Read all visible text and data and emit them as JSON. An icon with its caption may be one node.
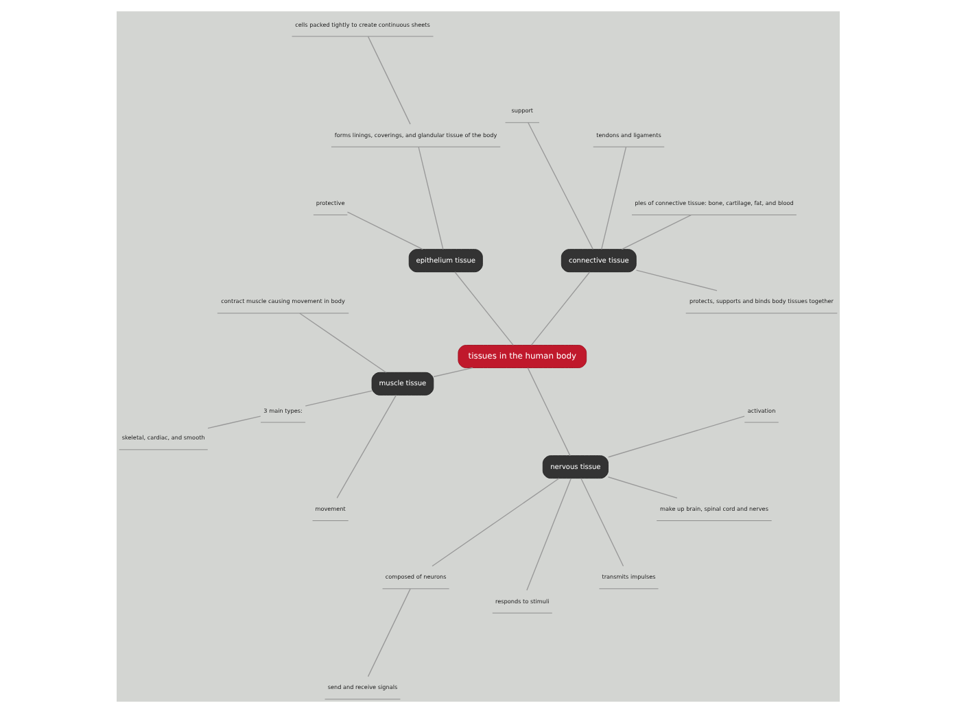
{
  "diagram": {
    "nodes": [
      {
        "text": [
          "tissues in the human body"
        ]
      },
      {
        "text": [
          "connective tissue"
        ]
      },
      {
        "text": [
          "protects, supports and binds body tissues together"
        ]
      },
      {
        "text": [
          "ples of connective tissue: bone, cartilage, fat, and blood"
        ]
      },
      {
        "text": [
          "tendons and ligaments"
        ]
      },
      {
        "text": [
          "support"
        ]
      },
      {
        "text": [
          "epithelium tissue"
        ]
      },
      {
        "text": [
          "forms linings, coverings, and glandular tissue of the body"
        ]
      },
      {
        "text": [
          "cells packed tightly to create continuous sheets"
        ]
      },
      {
        "text": [
          "protective"
        ]
      },
      {
        "text": [
          "muscle tissue"
        ]
      },
      {
        "text": [
          "contract muscle causing movement in body"
        ]
      },
      {
        "text": [
          "3 main types:"
        ]
      },
      {
        "text": [
          "skeletal, cardiac, and smooth"
        ]
      },
      {
        "text": [
          "movement"
        ]
      },
      {
        "text": [
          "nervous tissue"
        ]
      },
      {
        "text": [
          "composed of neurons"
        ]
      },
      {
        "text": [
          "send and receive signals"
        ]
      },
      {
        "text": [
          "responds to stimuli"
        ]
      },
      {
        "text": [
          "transmits impulses"
        ]
      },
      {
        "text": [
          "make up brain, spinal cord and nerves"
        ]
      },
      {
        "text": [
          "activation"
        ]
      }
    ],
    "edges": [
      {
        "from": 0,
        "to": 1,
        "arrow": "none"
      },
      {
        "from": 1,
        "to": 2,
        "arrow": "none"
      },
      {
        "from": 1,
        "to": 3,
        "arrow": "none"
      },
      {
        "from": 1,
        "to": 4,
        "arrow": "none"
      },
      {
        "from": 1,
        "to": 5,
        "arrow": "none"
      },
      {
        "from": 0,
        "to": 6,
        "arrow": "none"
      },
      {
        "from": 6,
        "to": 7,
        "arrow": "none"
      },
      {
        "from": 7,
        "to": 8,
        "arrow": "none"
      },
      {
        "from": 6,
        "to": 9,
        "arrow": "none"
      },
      {
        "from": 0,
        "to": 10,
        "arrow": "none"
      },
      {
        "from": 10,
        "to": 11,
        "arrow": "none"
      },
      {
        "from": 10,
        "to": 12,
        "arrow": "none"
      },
      {
        "from": 12,
        "to": 13,
        "arrow": "none"
      },
      {
        "from": 10,
        "to": 14,
        "arrow": "none"
      },
      {
        "from": 0,
        "to": 15,
        "arrow": "none"
      },
      {
        "from": 15,
        "to": 16,
        "arrow": "none"
      },
      {
        "from": 16,
        "to": 17,
        "arrow": "none"
      },
      {
        "from": 15,
        "to": 18,
        "arrow": "none"
      },
      {
        "from": 15,
        "to": 19,
        "arrow": "none"
      },
      {
        "from": 15,
        "to": 20,
        "arrow": "none"
      },
      {
        "from": 15,
        "to": 21,
        "arrow": "none"
      }
    ]
  }
}
